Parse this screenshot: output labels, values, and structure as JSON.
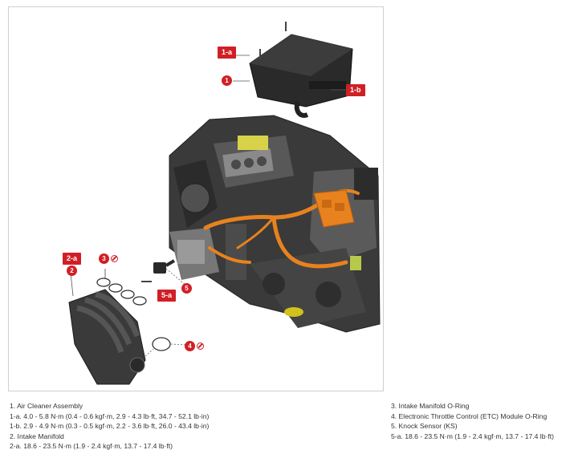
{
  "callouts": {
    "c1a": "1-a",
    "c1": "1",
    "c1b": "1-b",
    "c2a": "2-a",
    "c2": "2",
    "c3": "3",
    "c4": "4",
    "c5": "5",
    "c5a": "5-a"
  },
  "colors": {
    "callout_red": "#d11f26",
    "orange_hoses": "#e8821e"
  },
  "legend_left": [
    "1. Air Cleaner Assembly",
    "1-a. 4.0 - 5.8 N·m (0.4 - 0.6 kgf·m, 2.9 - 4.3 lb·ft, 34.7 - 52.1 lb·in)",
    "1-b. 2.9 - 4.9 N·m (0.3 - 0.5 kgf·m, 2.2 - 3.6 lb·ft, 26.0 - 43.4 lb·in)",
    "2. Intake Manifold",
    "2-a. 18.6 - 23.5 N·m (1.9 - 2.4 kgf·m, 13.7 - 17.4 lb·ft)"
  ],
  "legend_right": [
    "3. Intake Manifold O-Ring",
    "4. Electronic Throttle Control (ETC) Module O-Ring",
    "5. Knock Sensor (KS)",
    "5-a. 18.6 - 23.5 N·m (1.9 - 2.4 kgf·m, 13.7 - 17.4 lb·ft)"
  ]
}
